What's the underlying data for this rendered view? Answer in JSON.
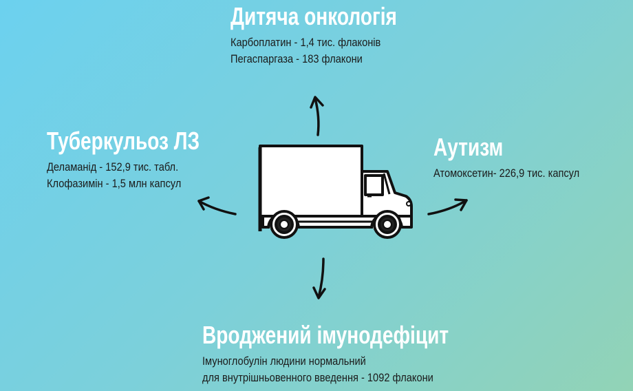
{
  "sections": {
    "oncology": {
      "title": "Дитяча онкологія",
      "lines": [
        "Карбоплатин - 1,4 тис. флаконів",
        "Пегаспаргаза - 183 флакони"
      ]
    },
    "tuberculosis": {
      "title": "Туберкульоз ЛЗ",
      "lines": [
        "Деламанід - 152,9 тис. табл.",
        "Клофазимін - 1,5 млн капсул"
      ]
    },
    "autism": {
      "title": "Аутизм",
      "lines": [
        "Атомоксетин- 226,9 тис. капсул"
      ]
    },
    "immunodeficiency": {
      "title": "Вроджений імунодефіцит",
      "lines": [
        "Імуноглобулін людини нормальний",
        "для внутрішньовенного введення - 1092 флакони"
      ]
    }
  },
  "colors": {
    "background_start": "#6cd1ef",
    "background_end": "#92d3b6",
    "title": "#ffffff",
    "text": "#1b1b1b"
  }
}
